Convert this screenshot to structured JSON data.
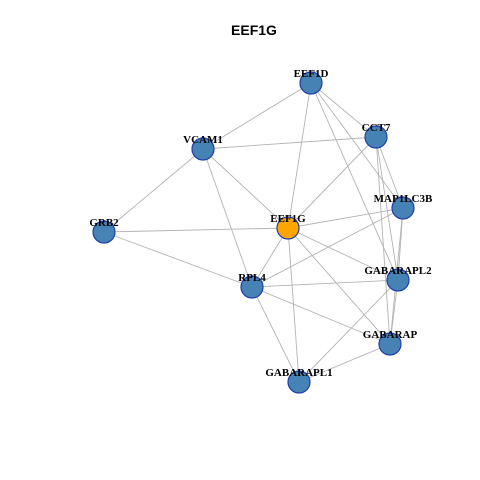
{
  "title": "EEF1G",
  "colors": {
    "hub": "#ffa500",
    "node": "#4682b4",
    "node_border": "#1f3fa8",
    "edge": "#b3b3b3"
  },
  "nodes": [
    {
      "id": "EEF1G",
      "label": "EEF1G",
      "hub": true
    },
    {
      "id": "EEF1D",
      "label": "EEF1D",
      "hub": false
    },
    {
      "id": "CCT7",
      "label": "CCT7",
      "hub": false
    },
    {
      "id": "VCAM1",
      "label": "VCAM1",
      "hub": false
    },
    {
      "id": "MAP1LC3B",
      "label": "MAP1LC3B",
      "hub": false
    },
    {
      "id": "GRB2",
      "label": "GRB2",
      "hub": false
    },
    {
      "id": "GABARAPL2",
      "label": "GABARAPL2",
      "hub": false
    },
    {
      "id": "RPL4",
      "label": "RPL4",
      "hub": false
    },
    {
      "id": "GABARAP",
      "label": "GABARAP",
      "hub": false
    },
    {
      "id": "GABARAPL1",
      "label": "GABARAPL1",
      "hub": false
    }
  ],
  "edges": [
    [
      "EEF1D",
      "VCAM1"
    ],
    [
      "EEF1D",
      "EEF1G"
    ],
    [
      "EEF1D",
      "CCT7"
    ],
    [
      "EEF1D",
      "MAP1LC3B"
    ],
    [
      "EEF1D",
      "GABARAPL2"
    ],
    [
      "VCAM1",
      "CCT7"
    ],
    [
      "VCAM1",
      "GRB2"
    ],
    [
      "VCAM1",
      "EEF1G"
    ],
    [
      "VCAM1",
      "RPL4"
    ],
    [
      "CCT7",
      "EEF1G"
    ],
    [
      "CCT7",
      "MAP1LC3B"
    ],
    [
      "CCT7",
      "GABARAPL2"
    ],
    [
      "CCT7",
      "GABARAP"
    ],
    [
      "GRB2",
      "EEF1G"
    ],
    [
      "GRB2",
      "RPL4"
    ],
    [
      "EEF1G",
      "MAP1LC3B"
    ],
    [
      "EEF1G",
      "GABARAPL2"
    ],
    [
      "EEF1G",
      "RPL4"
    ],
    [
      "EEF1G",
      "GABARAP"
    ],
    [
      "EEF1G",
      "GABARAPL1"
    ],
    [
      "RPL4",
      "MAP1LC3B"
    ],
    [
      "RPL4",
      "GABARAPL2"
    ],
    [
      "RPL4",
      "GABARAP"
    ],
    [
      "RPL4",
      "GABARAPL1"
    ],
    [
      "MAP1LC3B",
      "GABARAPL2"
    ],
    [
      "MAP1LC3B",
      "GABARAP"
    ],
    [
      "GABARAPL2",
      "GABARAP"
    ],
    [
      "GABARAPL2",
      "GABARAPL1"
    ],
    [
      "GABARAP",
      "GABARAPL1"
    ]
  ]
}
